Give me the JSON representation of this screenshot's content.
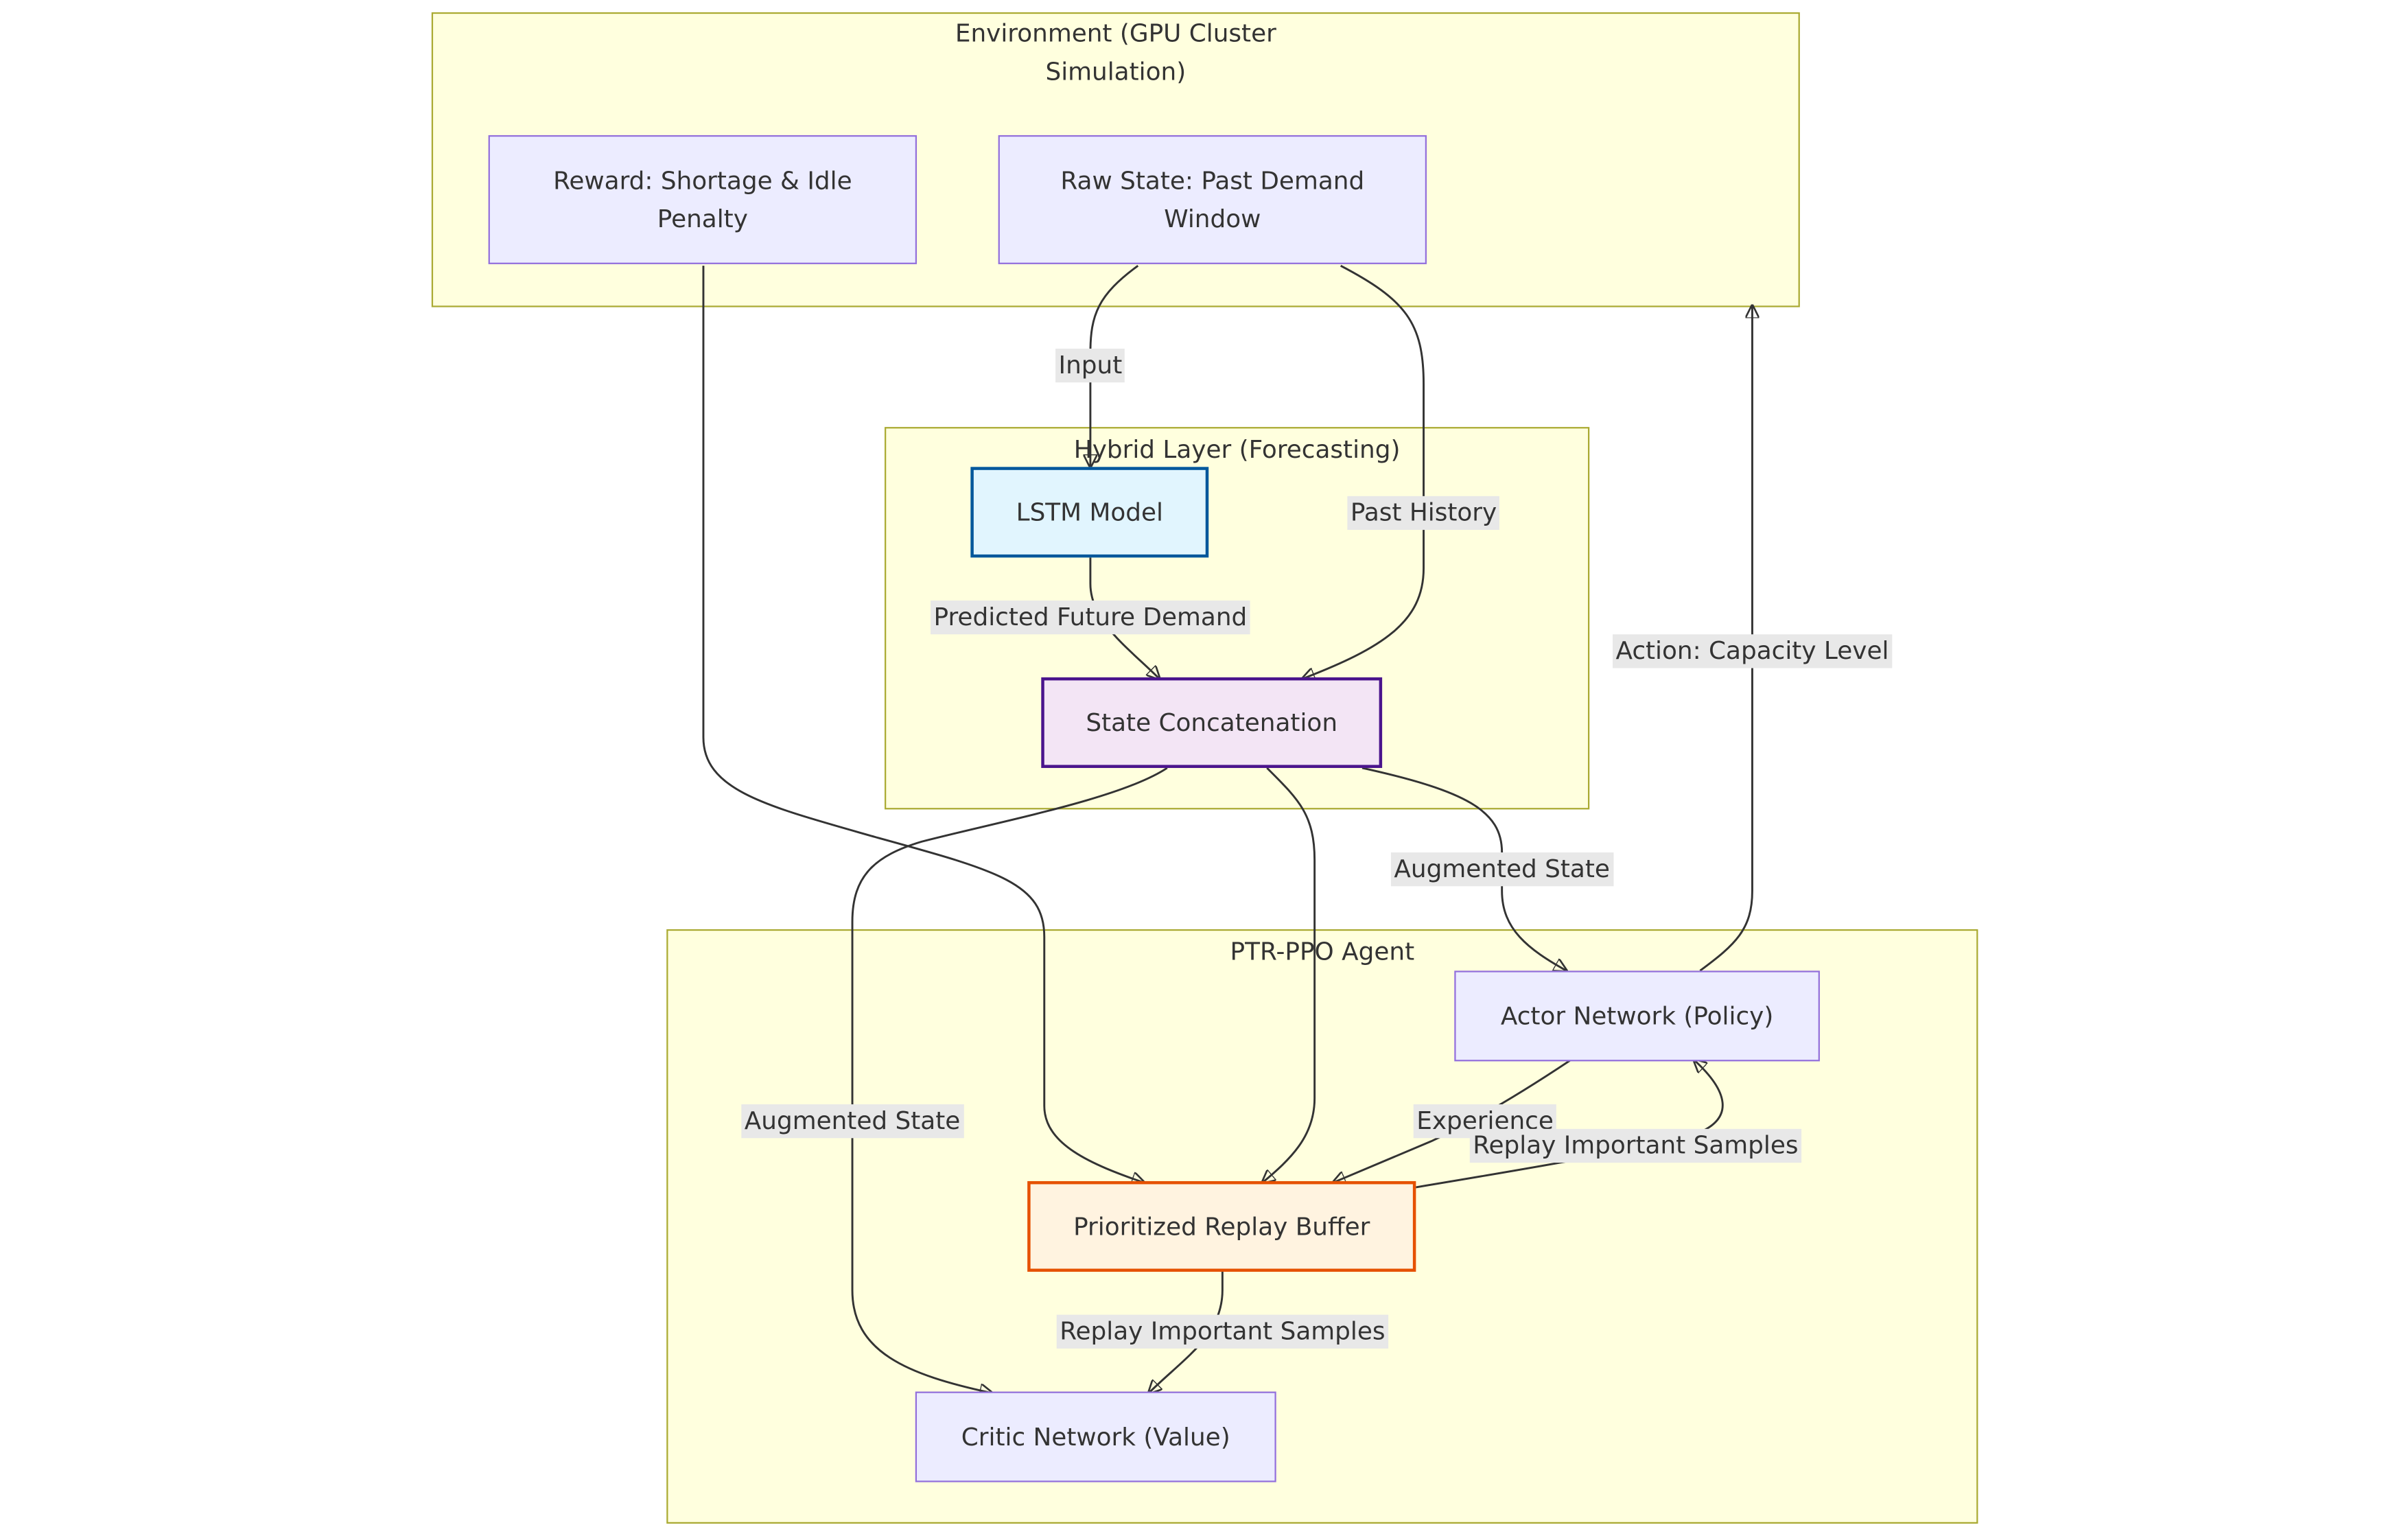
{
  "clusters": {
    "environment": {
      "title": "Environment (GPU Cluster Simulation)"
    },
    "hybrid": {
      "title": "Hybrid Layer (Forecasting)"
    },
    "agent": {
      "title": "PTR-PPO Agent"
    }
  },
  "nodes": {
    "reward": "Reward: Shortage & Idle Penalty",
    "raw_state": "Raw State: Past Demand Window",
    "lstm": "LSTM Model",
    "concat": "State Concatenation",
    "actor": "Actor Network (Policy)",
    "buffer": "Prioritized Replay Buffer",
    "critic": "Critic Network (Value)"
  },
  "edge_labels": {
    "input": "Input",
    "past_history": "Past History",
    "predicted": "Predicted Future Demand",
    "action": "Action: Capacity Level",
    "augmented_actor": "Augmented State",
    "augmented_critic": "Augmented State",
    "experience": "Experience",
    "replay_actor": "Replay Important Samples",
    "replay_critic": "Replay Important Samples"
  },
  "colors": {
    "cluster_fill": "#ffffde",
    "cluster_border": "#aaaa33",
    "node_fill": "#ececff",
    "node_border": "#9370db",
    "lstm_fill": "#e1f5fe",
    "lstm_border": "#01579b",
    "concat_fill": "#f3e5f5",
    "concat_border": "#4a148c",
    "buffer_fill": "#fff3e0",
    "buffer_border": "#e65100",
    "edge_label_bg": "#e8e8e8"
  }
}
